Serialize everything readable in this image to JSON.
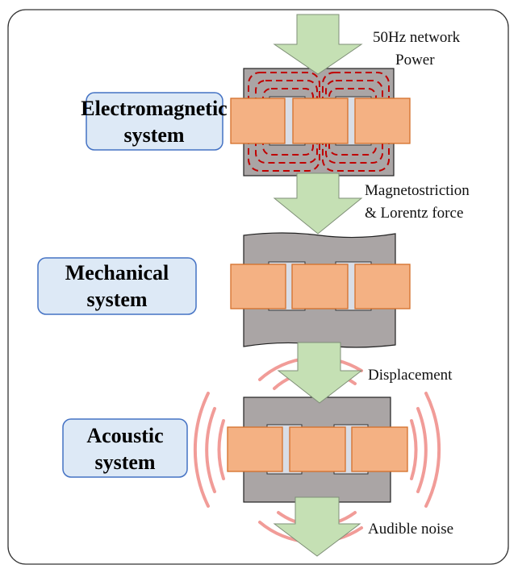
{
  "stages": [
    {
      "title_line1": "Electromagnetic",
      "title_line2": "system"
    },
    {
      "title_line1": "Mechanical",
      "title_line2": "system"
    },
    {
      "title_line1": "Acoustic",
      "title_line2": "system"
    }
  ],
  "arrows": [
    {
      "line1": "50Hz network",
      "line2": "Power"
    },
    {
      "line1": "Magnetostriction",
      "line2": "& Lorentz force"
    },
    {
      "line1": "Displacement"
    },
    {
      "line1": "Audible noise"
    }
  ],
  "colors": {
    "arrow": "#c5e0b4",
    "core": "#aaa5a5",
    "coil": "#f4b183",
    "box": "#dde9f6",
    "box_border": "#4472c4",
    "flux": "#c00000",
    "sound": "#f19c98"
  }
}
